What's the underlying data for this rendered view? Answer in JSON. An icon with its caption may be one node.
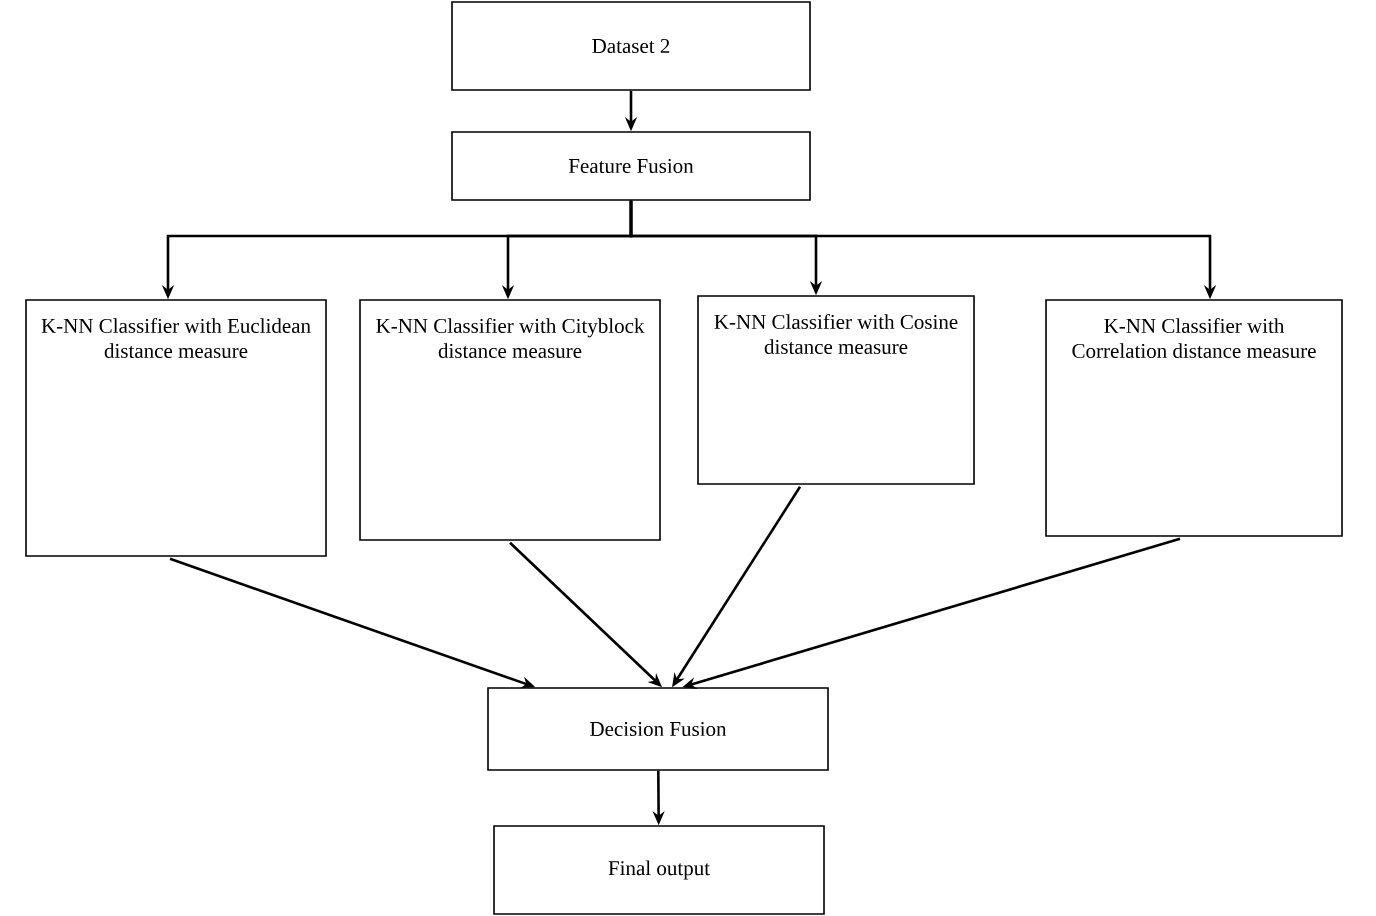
{
  "diagram": {
    "nodes": [
      {
        "text": [
          "Dataset 2"
        ]
      },
      {
        "text": [
          "Feature Fusion"
        ]
      },
      {
        "text": [
          "K-NN Classifier with Euclidean distance measure"
        ]
      },
      {
        "text": [
          "K-NN Classifier with Cityblock distance measure"
        ]
      },
      {
        "text": [
          "K-NN Classifier with Cosine distance measure"
        ]
      },
      {
        "text": [
          "K-NN Classifier with Correlation distance measure"
        ]
      },
      {
        "text": [
          "Decision Fusion"
        ]
      },
      {
        "text": [
          "Final output"
        ]
      }
    ],
    "edges": [
      {
        "from": 0,
        "to": 1,
        "arrow": "to"
      },
      {
        "from": 1,
        "to": 2,
        "arrow": "to"
      },
      {
        "from": 1,
        "to": 3,
        "arrow": "to"
      },
      {
        "from": 1,
        "to": 4,
        "arrow": "to"
      },
      {
        "from": 1,
        "to": 5,
        "arrow": "to"
      },
      {
        "from": 2,
        "to": 6,
        "arrow": "to"
      },
      {
        "from": 3,
        "to": 6,
        "arrow": "to"
      },
      {
        "from": 4,
        "to": 6,
        "arrow": "to"
      },
      {
        "from": 5,
        "to": 6,
        "arrow": "to"
      },
      {
        "from": 6,
        "to": 7,
        "arrow": "to"
      }
    ]
  }
}
